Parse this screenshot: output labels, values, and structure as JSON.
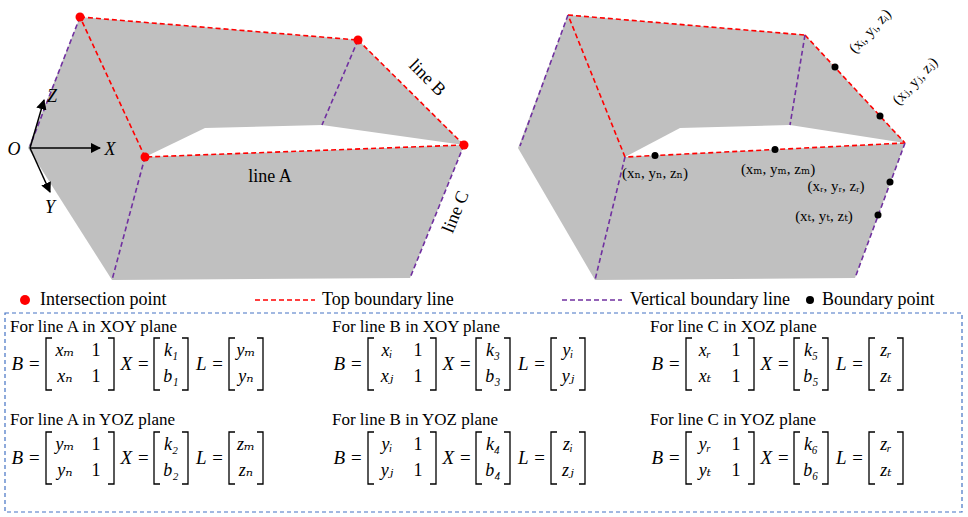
{
  "diagram": {
    "labels": [
      "Z",
      "O",
      "X",
      "Y",
      "line A",
      "line B",
      "line C",
      "(xᵢ, yᵢ, zᵢ)",
      "(xⱼ, yⱼ, zⱼ)",
      "(xₙ, yₙ, zₙ)",
      "(xₘ, yₘ, zₘ)",
      "(xᵣ, yᵣ, zᵣ)",
      "(xₜ, yₜ, zₜ)",
      "For line A in XOY plane",
      "B =",
      "xₘ",
      "1",
      "xₙ",
      "1",
      "X =",
      "k₁",
      "b₁",
      "L =",
      "yₘ",
      "yₙ",
      "For line B in XOY plane",
      "B =",
      "xᵢ",
      "1",
      "xⱼ",
      "1",
      "X =",
      "k₃",
      "b₃",
      "L =",
      "yᵢ",
      "yⱼ",
      "For line C in XOZ plane",
      "B =",
      "xᵣ",
      "1",
      "xₜ",
      "1",
      "X =",
      "k₅",
      "b₅",
      "L =",
      "zᵣ",
      "zₜ",
      "For line A in YOZ plane",
      "B =",
      "yₘ",
      "1",
      "yₙ",
      "1",
      "X =",
      "k₂",
      "b₂",
      "L =",
      "zₘ",
      "zₙ",
      "For line B in YOZ plane",
      "B =",
      "yᵢ",
      "1",
      "yⱼ",
      "1",
      "X =",
      "k₄",
      "b₄",
      "L =",
      "zᵢ",
      "zⱼ",
      "For line C in YOZ plane",
      "B =",
      "yᵣ",
      "1",
      "yₜ",
      "1",
      "X =",
      "k₆",
      "b₆",
      "L =",
      "zᵣ",
      "zₜ"
    ],
    "legend": [
      {
        "text": "Intersection point"
      },
      {
        "text": "Top boundary line"
      },
      {
        "text": "Vertical boundary line"
      },
      {
        "text": "Boundary point"
      }
    ]
  }
}
